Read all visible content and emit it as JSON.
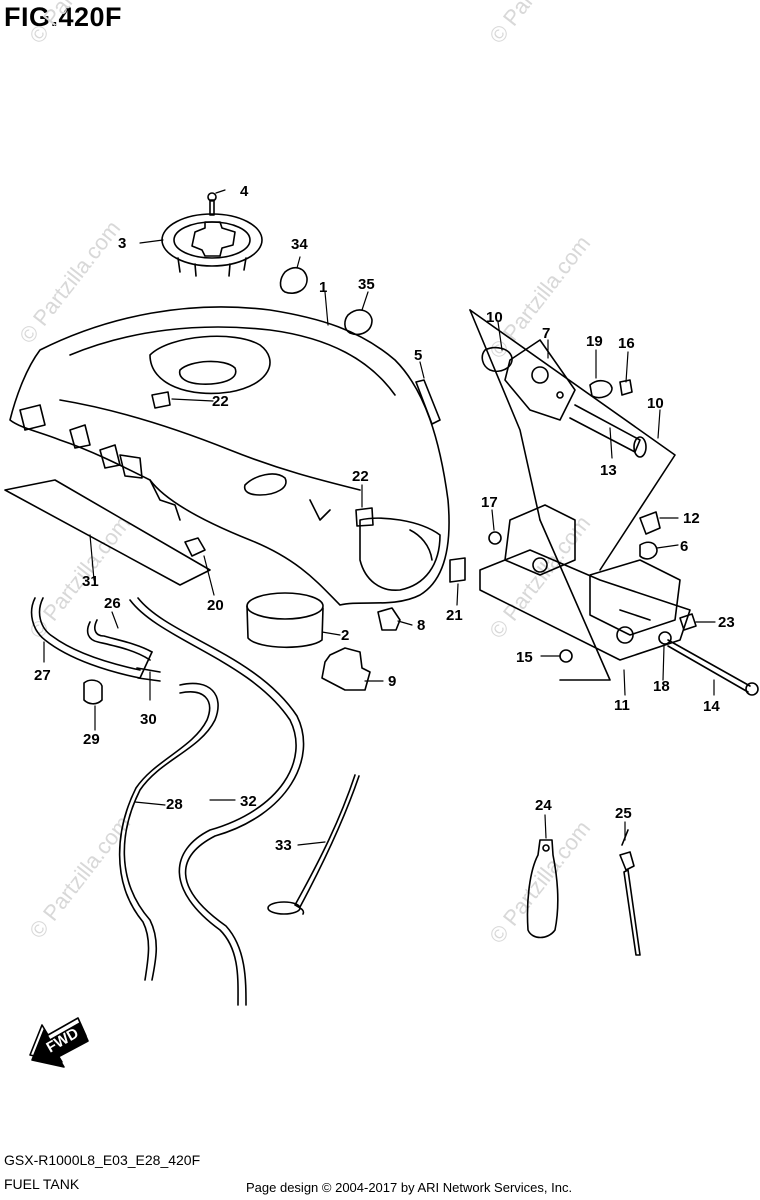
{
  "figure": {
    "title": "FIG.420F",
    "model_code": "GSX-R1000L8_E03_E28_420F",
    "name": "FUEL TANK",
    "copyright": "Page design © 2004-2017 by ARI Network Services, Inc.",
    "watermark": "© Partzilla.com",
    "direction_label": "FWD"
  },
  "callouts": [
    "1",
    "2",
    "3",
    "4",
    "5",
    "6",
    "7",
    "8",
    "9",
    "10",
    "10",
    "11",
    "12",
    "13",
    "14",
    "15",
    "16",
    "17",
    "18",
    "19",
    "20",
    "21",
    "22",
    "22",
    "23",
    "24",
    "25",
    "26",
    "27",
    "28",
    "29",
    "30",
    "31",
    "32",
    "33",
    "34",
    "35"
  ]
}
